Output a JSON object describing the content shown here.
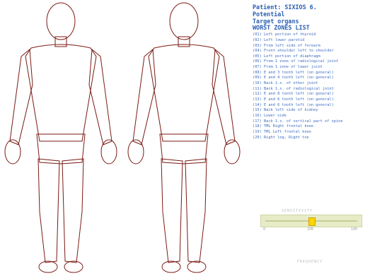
{
  "patient": {
    "line1": "Patient: SIXIOS 6.",
    "line2": "Potential",
    "line3": "Target organs",
    "list_title": "WORST ZONES LIST"
  },
  "zones": [
    "(01) Left portion of thyroid",
    "(02) Left lower parotid",
    "(03) From left side of forearm",
    "(04) Front shoulder left to shoulder",
    "(05) Left portion of diaphragm",
    "(06) From 1 zone of radiological joint",
    "(07) From 1 zone of lower joint",
    "(08) E and 3 tooth left (on general)",
    "(09) E and 4 tooth left (on general)",
    "(10) Back 1.s. of other joint",
    "(11) Back 1.s. of radiological joint",
    "(12) E and 8 tooth left (on general)",
    "(13) E and 6 tooth left (on general)",
    "(14) E and 6 tooth left (on general)",
    "(15) Back left side of kidney",
    "(16) Lower side",
    "(17) Back 1.s. of vertical part of spine",
    "(18) TML Right frontal knee",
    "(19) TML Left frontal knee",
    "(20) Right leg, Right toe"
  ],
  "slider": {
    "caption": "SENSITIVITY",
    "ticks": [
      "0",
      "100",
      "100"
    ],
    "level": 0.5,
    "knob_color": "#ffd400"
  },
  "footer": {
    "caption": "FREQUENCY"
  },
  "colors": {
    "red": "#a8281f",
    "yellow": "#f4e21c",
    "white": "#ffffff",
    "outline": "#8a1f18"
  }
}
